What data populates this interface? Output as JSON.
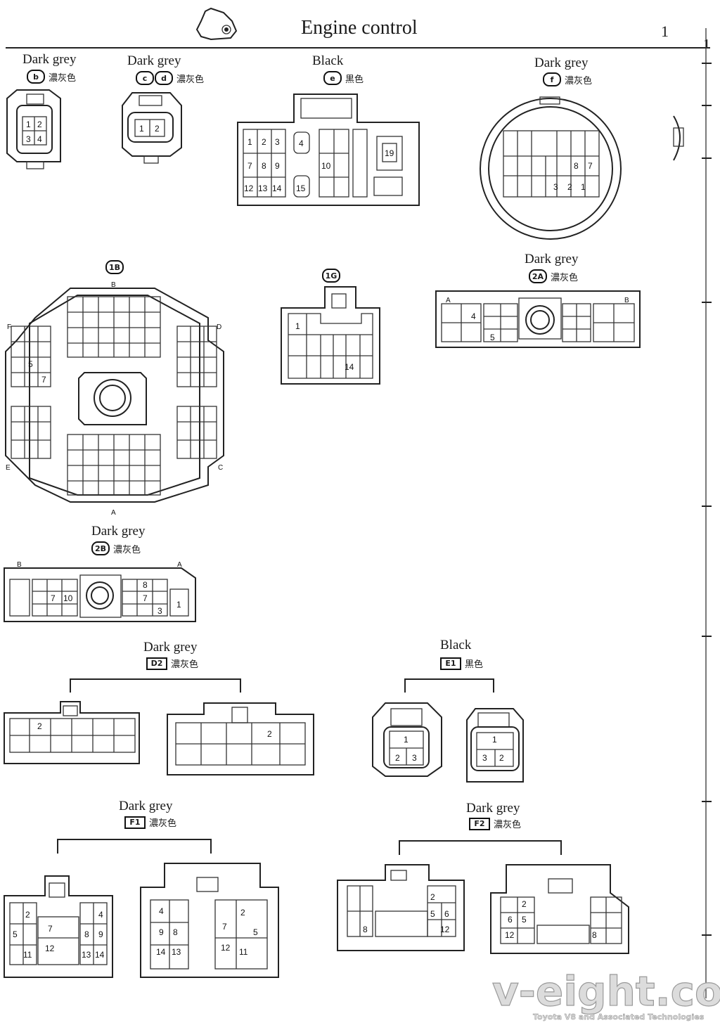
{
  "header": {
    "title": "Engine control",
    "page_number": "1",
    "edge_number": "1"
  },
  "connectors": {
    "b": {
      "color": "Dark grey",
      "code": "b",
      "jp": "濃灰色",
      "pins": [
        "1",
        "2",
        "3",
        "4"
      ]
    },
    "cd": {
      "color": "Dark grey",
      "codes": [
        "c",
        "d"
      ],
      "jp": "濃灰色",
      "pins": [
        "1",
        "2"
      ]
    },
    "e": {
      "color": "Black",
      "code": "e",
      "jp": "黒色",
      "pins": [
        "1",
        "2",
        "3",
        "4",
        "7",
        "8",
        "9",
        "10",
        "12",
        "13",
        "14",
        "15",
        "19"
      ]
    },
    "f": {
      "color": "Dark grey",
      "code": "f",
      "jp": "濃灰色",
      "pins": [
        "8",
        "7",
        "3",
        "2",
        "1"
      ]
    },
    "1b": {
      "code": "1B",
      "sides": [
        "B",
        "D",
        "C",
        "A",
        "E",
        "F"
      ],
      "pins": [
        "5",
        "7"
      ]
    },
    "1g": {
      "code": "1G",
      "pins": [
        "1",
        "14"
      ]
    },
    "2a": {
      "color": "Dark grey",
      "code": "2A",
      "jp": "濃灰色",
      "ends": [
        "A",
        "B"
      ],
      "pins": [
        "4",
        "5"
      ]
    },
    "2b": {
      "color": "Dark grey",
      "code": "2B",
      "jp": "濃灰色",
      "ends": [
        "B",
        "A"
      ],
      "pins": [
        "7",
        "10",
        "8",
        "7",
        "3",
        "1"
      ]
    },
    "d2": {
      "color": "Dark grey",
      "code": "D2",
      "jp": "濃灰色",
      "pins_left": [
        "2"
      ],
      "pins_right": [
        "2"
      ]
    },
    "e1": {
      "color": "Black",
      "code": "E1",
      "jp": "黒色",
      "pins_left": [
        "1",
        "2",
        "3"
      ],
      "pins_right": [
        "1",
        "3",
        "2"
      ]
    },
    "f1": {
      "color": "Dark grey",
      "code": "F1",
      "jp": "濃灰色",
      "pins_left": [
        "2",
        "4",
        "5",
        "7",
        "8",
        "9",
        "11",
        "12",
        "13",
        "14"
      ],
      "pins_right": [
        "4",
        "2",
        "9",
        "8",
        "7",
        "5",
        "14",
        "13",
        "12",
        "11"
      ]
    },
    "f2": {
      "color": "Dark grey",
      "code": "F2",
      "jp": "濃灰色",
      "pins_left": [
        "2",
        "5",
        "6",
        "8",
        "12"
      ],
      "pins_right": [
        "2",
        "6",
        "5",
        "12",
        "8"
      ]
    }
  },
  "watermark": {
    "brand": "v-eight.com",
    "tagline": "Toyota V8 and Associated Technologies"
  }
}
